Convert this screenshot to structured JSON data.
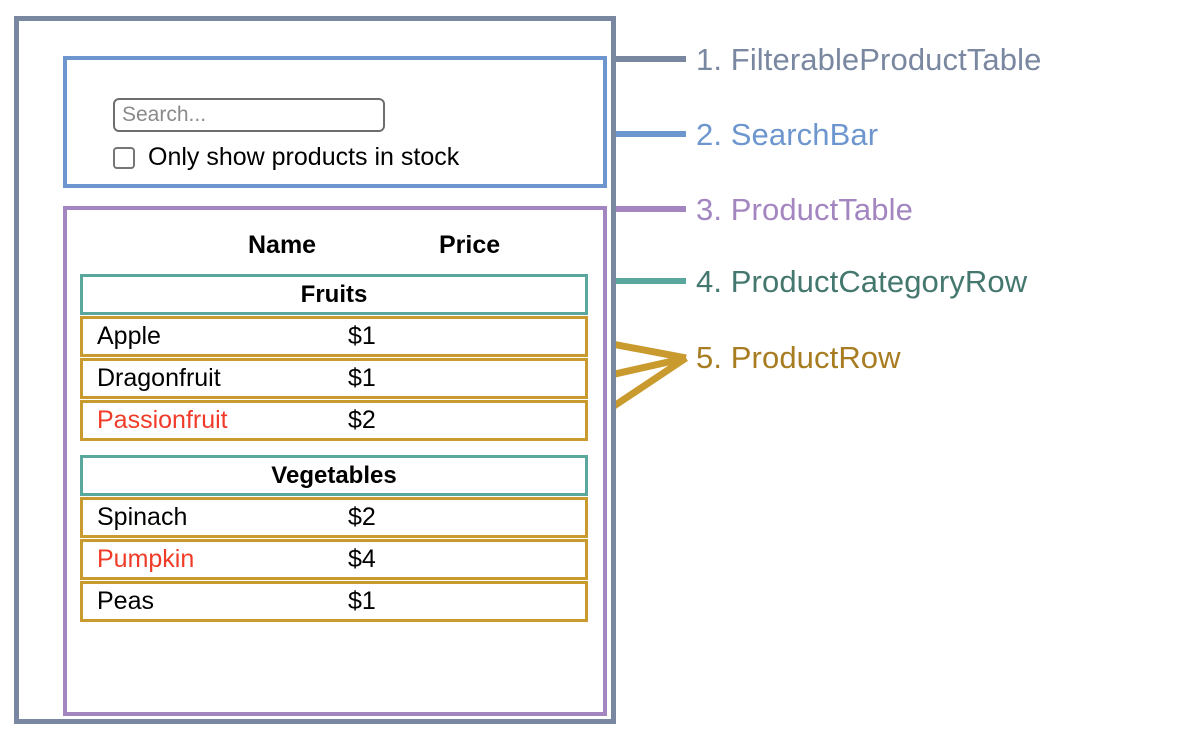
{
  "colors": {
    "filterable": "#7a87a0",
    "searchbar": "#6d96cf",
    "producttable": "#a386c0",
    "categoryrow": "#5aa89d",
    "productrow": "#c99a2e",
    "out_of_stock_text": "#f03b28",
    "text": "#000000"
  },
  "search": {
    "placeholder": "Search...",
    "value": "",
    "checkbox_label": "Only show products in stock",
    "checkbox_checked": false
  },
  "table": {
    "columns": [
      "Name",
      "Price"
    ],
    "groups": [
      {
        "category": "Fruits",
        "products": [
          {
            "name": "Apple",
            "price": "$1",
            "in_stock": true
          },
          {
            "name": "Dragonfruit",
            "price": "$1",
            "in_stock": true
          },
          {
            "name": "Passionfruit",
            "price": "$2",
            "in_stock": false
          }
        ]
      },
      {
        "category": "Vegetables",
        "products": [
          {
            "name": "Spinach",
            "price": "$2",
            "in_stock": true
          },
          {
            "name": "Pumpkin",
            "price": "$4",
            "in_stock": false
          },
          {
            "name": "Peas",
            "price": "$1",
            "in_stock": true
          }
        ]
      }
    ]
  },
  "legend": [
    {
      "number": "1.",
      "label": "FilterableProductTable",
      "color": "#7a87a0"
    },
    {
      "number": "2.",
      "label": "SearchBar",
      "color": "#6d96cf"
    },
    {
      "number": "3.",
      "label": "ProductTable",
      "color": "#a386c0"
    },
    {
      "number": "4.",
      "label": "ProductCategoryRow",
      "color": "#5aa89d"
    },
    {
      "number": "5.",
      "label": "ProductRow",
      "color": "#c99a2e"
    }
  ]
}
